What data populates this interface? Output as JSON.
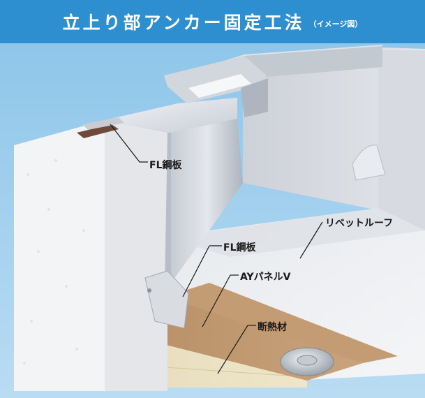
{
  "header": {
    "title": "立上り部アンカー固定工法",
    "subtitle": "（イメージ図）",
    "background_color": "#2e8fd0"
  },
  "labels": {
    "fl_steel_top": "FL鋼板",
    "rivet_roof": "リベットルーフ",
    "fl_steel_mid": "FL鋼板",
    "ay_panel": "AYパネルV",
    "insulation": "断熱材"
  }
}
